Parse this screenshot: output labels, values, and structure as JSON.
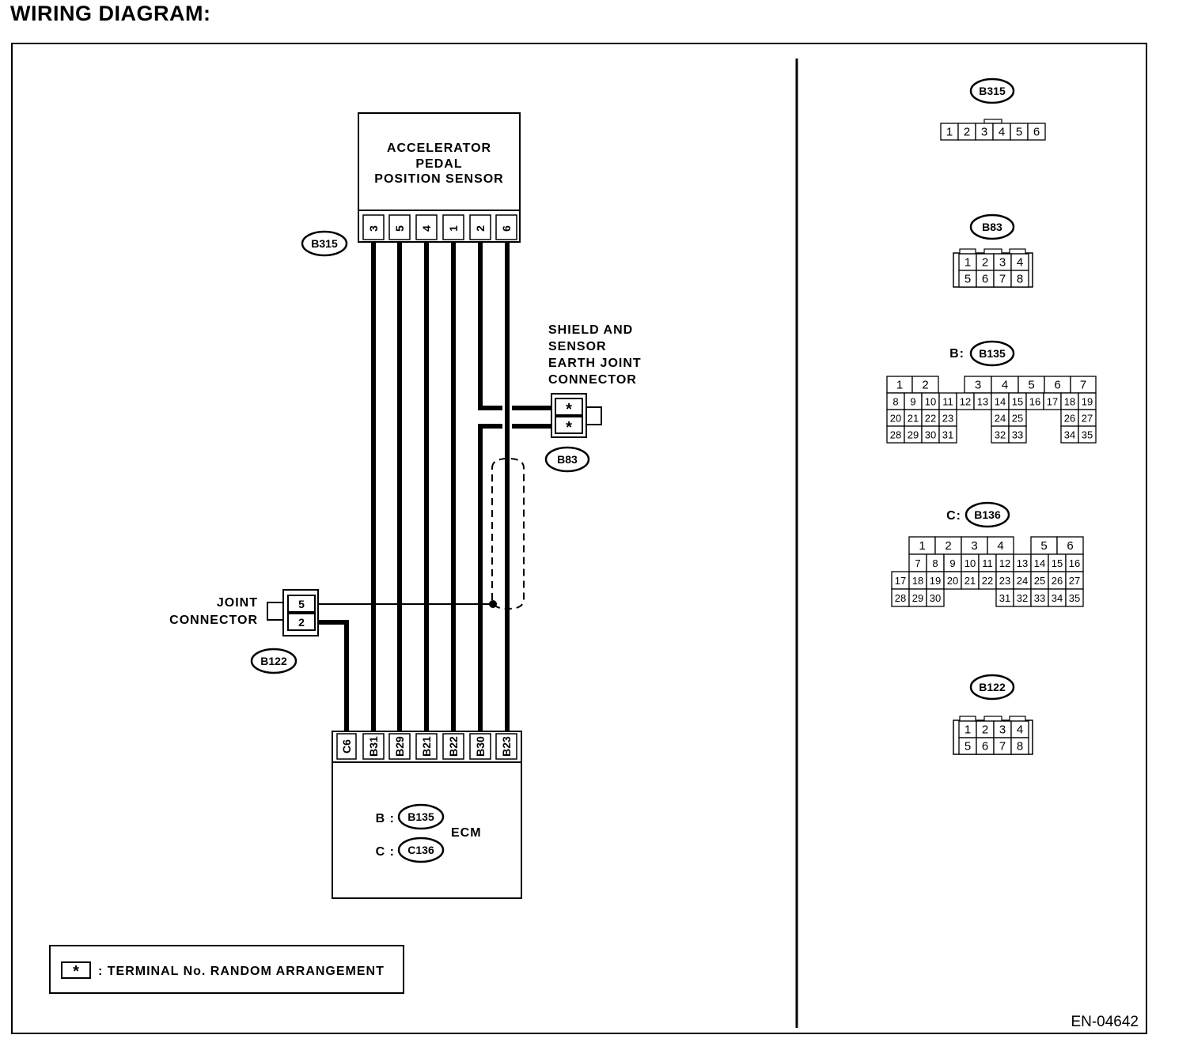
{
  "title": "WIRING DIAGRAM:",
  "figure_id": "EN-04642",
  "sensor": {
    "lines": [
      "ACCELERATOR",
      "PEDAL",
      "POSITION SENSOR"
    ],
    "connector": "B315",
    "pins": [
      "3",
      "5",
      "4",
      "1",
      "2",
      "6"
    ]
  },
  "shield": {
    "lines": [
      "SHIELD AND",
      "SENSOR",
      "EARTH JOINT",
      "CONNECTOR"
    ],
    "connector": "B83",
    "pins": [
      "*",
      "*"
    ]
  },
  "joint": {
    "lines": [
      "JOINT",
      "CONNECTOR"
    ],
    "connector": "B122",
    "pins": [
      "5",
      "2"
    ]
  },
  "ecm": {
    "name": "ECM",
    "pins": [
      "C6",
      "B31",
      "B29",
      "B21",
      "B22",
      "B30",
      "B23"
    ],
    "connectors": [
      {
        "prefix": "B :",
        "code": "B135"
      },
      {
        "prefix": "C :",
        "code": "C136"
      }
    ]
  },
  "legend": {
    "symbol": "*",
    "text": ": TERMINAL No. RANDOM ARRANGEMENT"
  },
  "views": [
    {
      "label": "B315",
      "prefix": "",
      "rows": [
        [
          "1",
          "2",
          "3",
          "4",
          "5",
          "6"
        ]
      ]
    },
    {
      "label": "B83",
      "prefix": "",
      "rows": [
        [
          "1",
          "2",
          "3",
          "4"
        ],
        [
          "5",
          "6",
          "7",
          "8"
        ]
      ]
    },
    {
      "label": "B135",
      "prefix": "B:",
      "rows": [
        [
          "1",
          "2",
          "3",
          "4",
          "5",
          "6",
          "7"
        ],
        [
          "8",
          "9",
          "10",
          "11",
          "12",
          "13",
          "14",
          "15",
          "16",
          "17",
          "18",
          "19"
        ],
        [
          "20",
          "21",
          "22",
          "23",
          "24",
          "25",
          "26",
          "27"
        ],
        [
          "28",
          "29",
          "30",
          "31",
          "32",
          "33",
          "34",
          "35"
        ]
      ]
    },
    {
      "label": "B136",
      "prefix": "C:",
      "rows": [
        [
          "1",
          "2",
          "3",
          "4",
          "5",
          "6"
        ],
        [
          "7",
          "8",
          "9",
          "10",
          "11",
          "12",
          "13",
          "14",
          "15",
          "16"
        ],
        [
          "17",
          "18",
          "19",
          "20",
          "21",
          "22",
          "23",
          "24",
          "25",
          "26",
          "27"
        ],
        [
          "28",
          "29",
          "30",
          "31",
          "32",
          "33",
          "34",
          "35"
        ]
      ]
    },
    {
      "label": "B122",
      "prefix": "",
      "rows": [
        [
          "1",
          "2",
          "3",
          "4"
        ],
        [
          "5",
          "6",
          "7",
          "8"
        ]
      ]
    }
  ]
}
